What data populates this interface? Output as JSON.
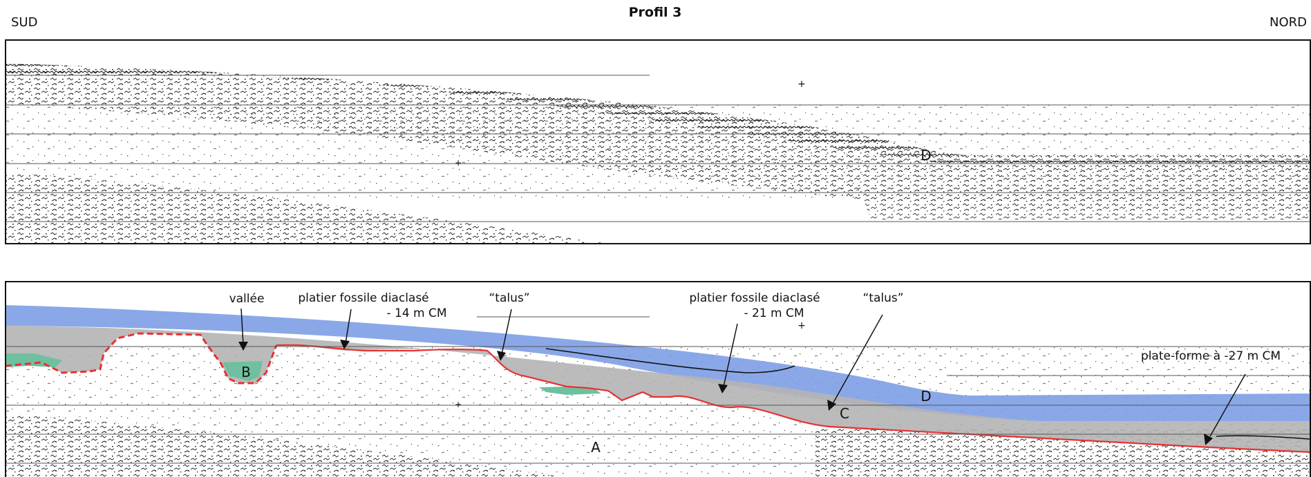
{
  "figure": {
    "title": "Profil 3",
    "left_label": "SUD",
    "right_label": "NORD"
  },
  "top_panel": {
    "unit_labels": [
      {
        "id": "D",
        "text": "D"
      }
    ]
  },
  "bottom_panel": {
    "units": [
      {
        "id": "A",
        "text": "A",
        "color": "#ffffff"
      },
      {
        "id": "B",
        "text": "B",
        "color": "#6fc0a0"
      },
      {
        "id": "C",
        "text": "C",
        "color": "#b4b4b4"
      },
      {
        "id": "D",
        "text": "D",
        "color": "#7d9ee6"
      }
    ],
    "reflector_color": "#e83030",
    "annotations": [
      {
        "id": "vallee",
        "lines": [
          "vallée"
        ]
      },
      {
        "id": "platier1",
        "lines": [
          "platier fossile diaclasé",
          "- 14 m CM"
        ]
      },
      {
        "id": "talus1",
        "lines": [
          "“talus”"
        ]
      },
      {
        "id": "platier2",
        "lines": [
          "platier fossile diaclasé",
          "- 21 m CM"
        ]
      },
      {
        "id": "talus2",
        "lines": [
          "“talus”"
        ]
      },
      {
        "id": "plateforme",
        "lines": [
          "plate-forme à -27 m CM"
        ]
      }
    ]
  }
}
